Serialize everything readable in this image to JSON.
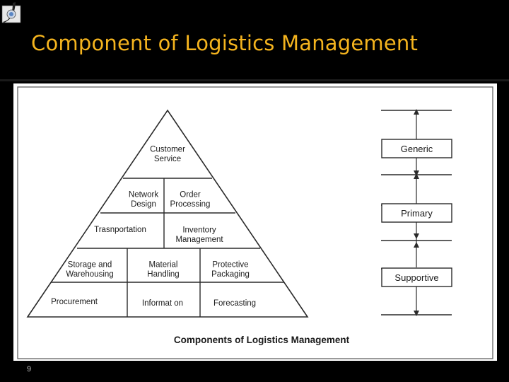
{
  "slide": {
    "title": "Component of Logistics Management",
    "page_number": "9"
  },
  "diagram": {
    "caption": "Components of Logistics Management",
    "pyramid": [
      {
        "cells": [
          {
            "name": "customer-service",
            "lines": [
              "Customer",
              "Service"
            ]
          }
        ]
      },
      {
        "cells": [
          {
            "name": "network-design",
            "lines": [
              "Network",
              "Design"
            ]
          },
          {
            "name": "order-processing",
            "lines": [
              "Order",
              "Processing"
            ]
          }
        ]
      },
      {
        "cells": [
          {
            "name": "transportation",
            "lines": [
              "Trasnportation"
            ]
          },
          {
            "name": "inventory-management",
            "lines": [
              "Inventory",
              "Management"
            ]
          }
        ]
      },
      {
        "cells": [
          {
            "name": "storage-warehousing",
            "lines": [
              "Storage and",
              "Warehousing"
            ]
          },
          {
            "name": "material-handling",
            "lines": [
              "Material",
              "Handling"
            ]
          },
          {
            "name": "protective-packaging",
            "lines": [
              "Protective",
              "Packaging"
            ]
          }
        ]
      },
      {
        "cells": [
          {
            "name": "procurement",
            "lines": [
              "Procurement"
            ]
          },
          {
            "name": "information",
            "lines": [
              "Informat on"
            ]
          },
          {
            "name": "forecasting",
            "lines": [
              "Forecasting"
            ]
          }
        ]
      }
    ],
    "levels": [
      "Generic",
      "Primary",
      "Supportive"
    ]
  }
}
